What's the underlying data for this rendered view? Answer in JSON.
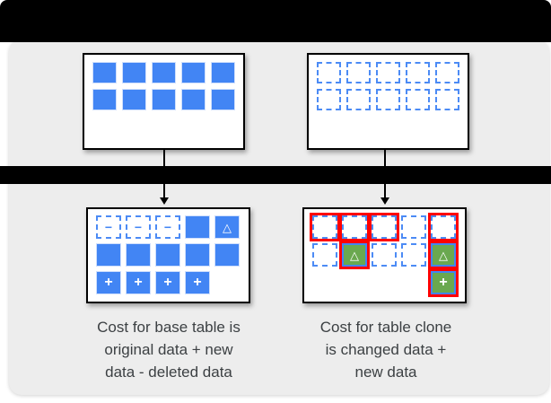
{
  "colors": {
    "blue": "#4285f4",
    "dashed_blue": "#4c8bf5",
    "green": "#6aa84f",
    "red": "#ff0000",
    "bar_black": "#000000",
    "panel_gray": "#ededed",
    "box_white": "#ffffff",
    "text_gray": "#3c4043"
  },
  "symbols": {
    "minus": "−",
    "plus": "+",
    "delta": "△"
  },
  "tables": {
    "base_original": {
      "grid": [
        [
          "solid",
          "solid",
          "solid",
          "solid",
          "solid"
        ],
        [
          "solid",
          "solid",
          "solid",
          "solid",
          "solid"
        ]
      ]
    },
    "clone_original": {
      "grid": [
        [
          "dashed",
          "dashed",
          "dashed",
          "dashed",
          "dashed"
        ],
        [
          "dashed",
          "dashed",
          "dashed",
          "dashed",
          "dashed"
        ]
      ]
    },
    "base_after": {
      "grid": [
        [
          "dashed-minus",
          "dashed-minus",
          "dashed-minus",
          "solid",
          "solid-delta"
        ],
        [
          "solid",
          "solid",
          "solid",
          "solid",
          "solid"
        ],
        [
          "solid-plus",
          "solid-plus",
          "solid-plus",
          "solid-plus",
          "empty"
        ]
      ]
    },
    "clone_after": {
      "grid": [
        [
          "red-dashed",
          "red-dashed",
          "red-dashed",
          "dashed",
          "red-dashed"
        ],
        [
          "dashed",
          "red-green-delta",
          "dashed",
          "dashed",
          "red-green-delta"
        ],
        [
          "empty",
          "empty",
          "empty",
          "empty",
          "red-green-plus"
        ]
      ]
    }
  },
  "captions": {
    "base": {
      "lines": [
        "Cost for base table is",
        "original data + new",
        "data - deleted data"
      ]
    },
    "clone": {
      "lines": [
        "Cost for table clone",
        "is changed data +",
        "new data"
      ]
    }
  }
}
